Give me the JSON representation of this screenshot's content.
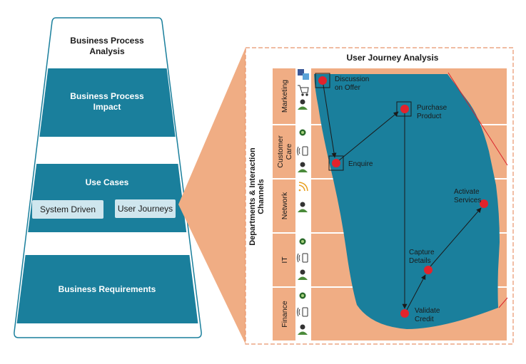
{
  "pyramid": {
    "top": "Business Process Analysis",
    "impact": "Business Process Impact",
    "use_cases": "Use Cases",
    "system_driven": "System Driven",
    "user_journeys": "User Journeys",
    "requirements": "Business Requirements"
  },
  "journey": {
    "title": "User Journey Analysis",
    "axis_label": "Departments & Interaction Channels",
    "departments": [
      "Marketing",
      "Customer Care",
      "Network",
      "IT",
      "Finance"
    ],
    "steps": {
      "discussion": "Discussion on Offer",
      "purchase": "Purchase Product",
      "enquire": "Enquire",
      "activate": "Activate Services",
      "capture": "Capture Details",
      "validate": "Validate Credit"
    }
  },
  "colors": {
    "teal": "#1a7f9c",
    "peach": "#f0ad84",
    "red_dot": "#e2232c",
    "chip": "#cfe6ee"
  },
  "icons": [
    "social-media-icon",
    "shopping-cart-icon",
    "agent-icon",
    "globe-icon",
    "mobile-phone-icon",
    "wifi-signal-icon"
  ]
}
